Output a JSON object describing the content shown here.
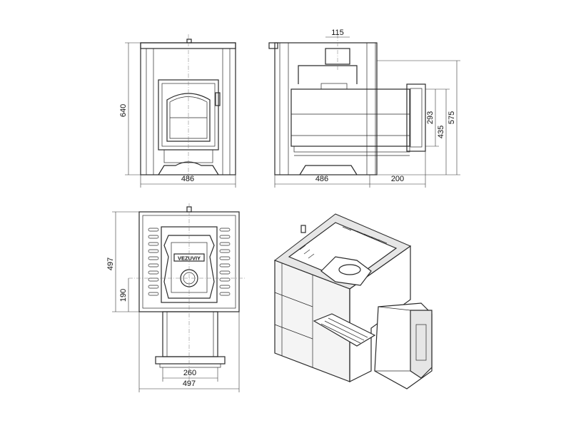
{
  "views": {
    "front": {
      "height_label": "640",
      "width_label": "486"
    },
    "side": {
      "chimney_label": "115",
      "width_label": "486",
      "extension_label": "200",
      "firebox_height_label": "293",
      "door_height_label": "435",
      "total_height_label": "575"
    },
    "top": {
      "logo_text": "VEZUVIY",
      "depth_label": "497",
      "offset_label": "190",
      "tunnel_width_label": "260",
      "width_label": "497"
    },
    "isometric": {}
  }
}
